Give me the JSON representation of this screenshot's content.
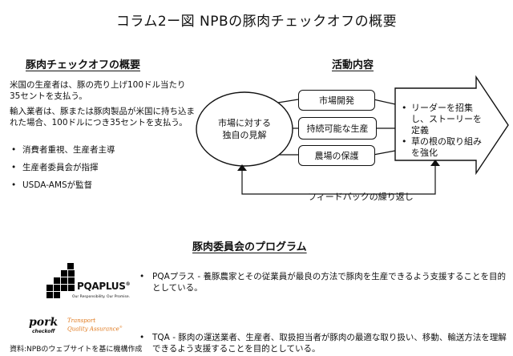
{
  "title": "コラム2ー図 NPBの豚肉チェックオフの概要",
  "overview": {
    "heading": "豚肉チェックオフの概要",
    "para1": "米国の生産者は、豚の売り上げ100ドル当たり35セントを支払う。",
    "para2": "輸入業者は、豚または豚肉製品が米国に持ち込まれた場合、100ドルにつき35セントを支払う。",
    "bullets": [
      "消費者重視、生産者主導",
      "生産者委員会が指揮",
      "USDA-AMSが監督"
    ]
  },
  "activities": {
    "heading": "活動内容",
    "circle": "市場に対する\n独自の見解",
    "boxes": [
      "市場開発",
      "持続可能な生産",
      "農場の保護"
    ],
    "arrow_bullets": [
      "リーダーを招集し、ストーリーを定義",
      "草の根の取り組みを強化"
    ],
    "feedback": "フィードバックの繰り返し"
  },
  "program": {
    "heading": "豚肉委員会のプログラム",
    "pqa_logo": "PQAPLUS",
    "pqa_mark": "®",
    "pqa_tagline": "Our Responsibility. Our Promise.",
    "pork_logo": "pork",
    "pork_sub": "checkoff",
    "tqa_logo_line1": "Transport",
    "tqa_logo_line2": "Quality Assurance",
    "tqa_mark": "®",
    "items": [
      "PQAプラス - 養豚農家とその従業員が最良の方法で豚肉を生産できるよう支援することを目的としている。",
      "TQA - 豚肉の運送業者、生産者、取扱担当者が豚肉の最適な取り扱い、移動、輸送方法を理解できるよう支援することを目的としている。"
    ]
  },
  "source": "資料:NPBのウェブサイトを基に機構作成"
}
